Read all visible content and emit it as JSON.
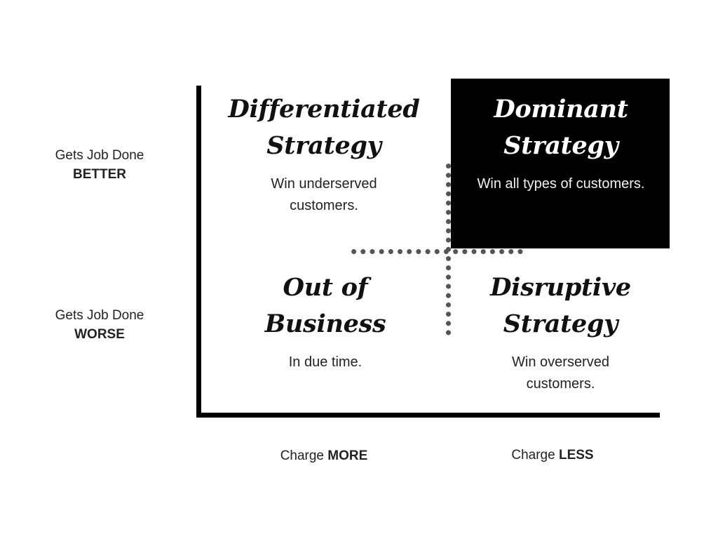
{
  "diagram": {
    "type": "2x2-strategy-matrix",
    "background_color": "#ffffff",
    "axis_color": "#000000",
    "divider_color": "#555555",
    "highlight_fill": "#000000",
    "highlight_text_color": "#ffffff",
    "y_axis": {
      "top_label": {
        "line1": "Gets Job Done",
        "line2": "BETTER"
      },
      "bottom_label": {
        "line1": "Gets Job Done",
        "line2": "WORSE"
      }
    },
    "x_axis": {
      "left_label": {
        "prefix": "Charge ",
        "emphasis": "MORE"
      },
      "right_label": {
        "prefix": "Charge ",
        "emphasis": "LESS"
      }
    },
    "quadrants": [
      {
        "id": "differentiated",
        "position": "top-left",
        "title": "Differentiated\nStrategy",
        "subtitle": "Win underserved\ncustomers.",
        "highlighted": false
      },
      {
        "id": "dominant",
        "position": "top-right",
        "title": "Dominant\nStrategy",
        "subtitle": "Win all types of customers.",
        "highlighted": true
      },
      {
        "id": "out-of-business",
        "position": "bottom-left",
        "title": "Out of\nBusiness",
        "subtitle": "In due time.",
        "highlighted": false
      },
      {
        "id": "disruptive",
        "position": "bottom-right",
        "title": "Disruptive\nStrategy",
        "subtitle": "Win overserved\ncustomers.",
        "highlighted": false
      }
    ]
  }
}
